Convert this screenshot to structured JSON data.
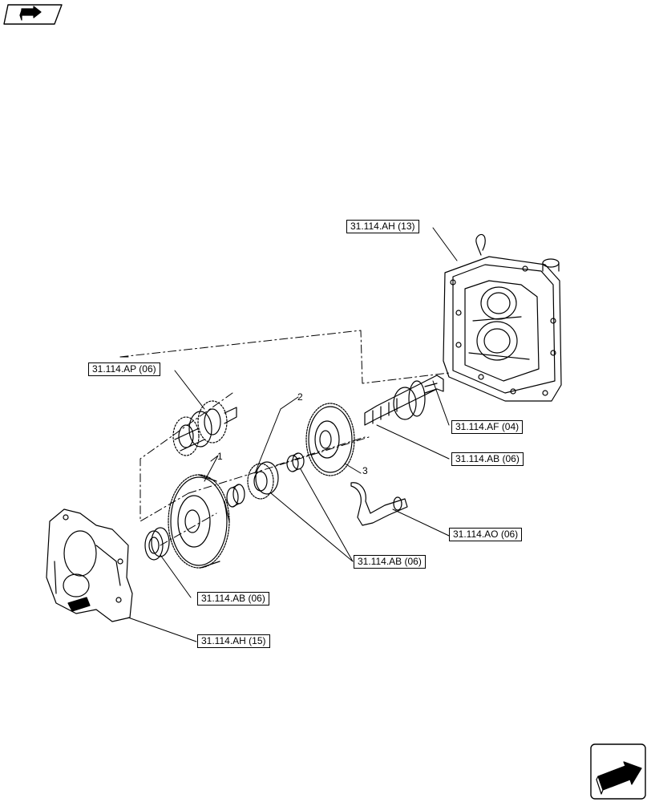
{
  "callouts": {
    "ah13": "31.114.AH (13)",
    "ap06": "31.114.AP (06)",
    "af04": "31.114.AF (04)",
    "ab06_shaft": "31.114.AB (06)",
    "ao06": "31.114.AO (06)",
    "ab06_bearings": "31.114.AB (06)",
    "ab06_left": "31.114.AB (06)",
    "ah15": "31.114.AH (15)"
  },
  "item_numbers": {
    "n1": "1",
    "n2": "2",
    "n3": "3"
  },
  "icons": {
    "top_left": "reference-direction-icon",
    "bottom_right": "next-page-arrow-icon"
  }
}
